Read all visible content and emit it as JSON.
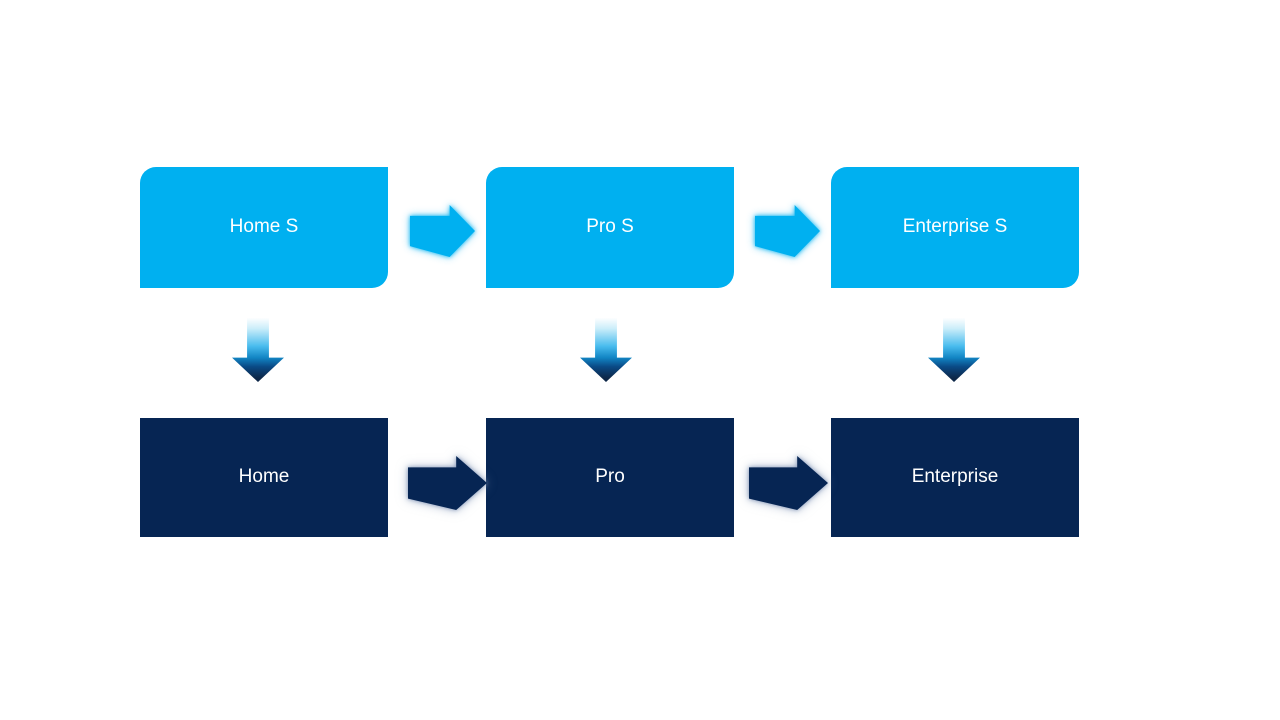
{
  "diagram": {
    "colors": {
      "background": "#ffffff",
      "top_box_fill": "#00b0f0",
      "bottom_box_fill": "#062553",
      "text": "#ffffff",
      "light_arrow": "#00b0f0",
      "dark_arrow": "#062553",
      "down_arrow_tip": "#0d2748"
    },
    "columns": [
      {
        "top_label": "Home S",
        "bottom_label": "Home"
      },
      {
        "top_label": "Pro S",
        "bottom_label": "Pro"
      },
      {
        "top_label": "Enterprise S",
        "bottom_label": "Enterprise"
      }
    ],
    "icons": {
      "horizontal_connector": "right-arrow-icon",
      "vertical_connector": "down-arrow-icon"
    }
  }
}
